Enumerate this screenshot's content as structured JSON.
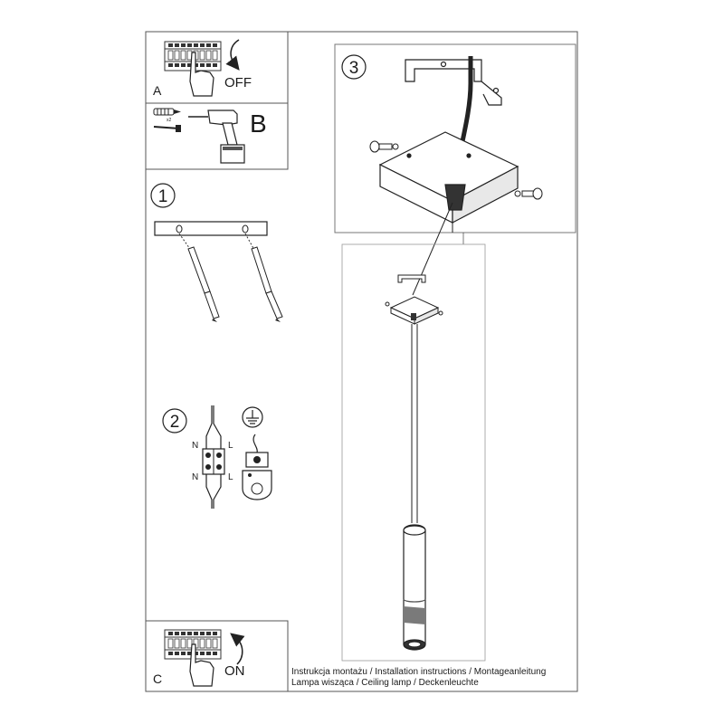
{
  "panels": {
    "a": {
      "letter": "A",
      "word": "OFF"
    },
    "b": {
      "letter": "B",
      "count": "x2"
    },
    "c": {
      "letter": "C",
      "word": "ON"
    }
  },
  "steps": {
    "one": {
      "number": "1"
    },
    "two": {
      "number": "2",
      "terminal_n_top": "N",
      "terminal_l_top": "L",
      "terminal_n_bottom": "N",
      "terminal_l_bottom": "L"
    },
    "three": {
      "number": "3"
    }
  },
  "caption": {
    "line1": "Instrukcja montażu / Installation instructions / Montageanleitung",
    "line2": "Lampa wisząca / Ceiling lamp / Deckenleuchte"
  },
  "icons": [
    "breaker-panel-icon",
    "hand-icon",
    "rotate-arrow-icon",
    "wall-plug-icon",
    "screw-icon",
    "drill-icon",
    "ground-symbol-icon",
    "terminal-block-icon"
  ]
}
